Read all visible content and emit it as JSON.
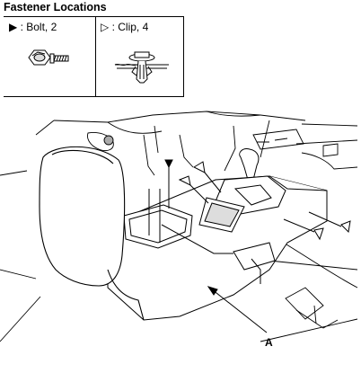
{
  "title": "Fastener Locations",
  "legend": {
    "bolt": {
      "symbol": "▶",
      "label": " : Bolt, 2",
      "icon": "bolt-icon"
    },
    "clip": {
      "symbol": "▷",
      "label": " : Clip, 4",
      "icon": "clip-icon"
    }
  },
  "callout": {
    "letter": "A"
  }
}
